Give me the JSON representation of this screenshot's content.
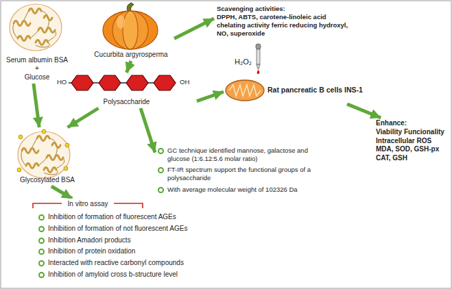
{
  "diagram": {
    "nodes": [
      {
        "text": [
          "Serum albumin BSA",
          "+",
          "Glucose"
        ]
      },
      {
        "text": [
          "Cucurbita argyrosperma"
        ]
      },
      {
        "text": [
          "Scavenging activities:",
          "DPPH, ABTS, carotene-linoleic acid chelating activity ferric reducing hydroxyl, NO, superoxide"
        ]
      },
      {
        "text": [
          "Polysaccharide"
        ]
      },
      {
        "text": [
          "Rat pancreatic B cells INS-1"
        ]
      },
      {
        "text": [
          "Glycosylated BSA"
        ]
      },
      {
        "text": [
          "Enhance:",
          "Viability Funcionality Intracellular ROS MDA, SOD, GSH-px CAT, GSH"
        ]
      },
      {
        "text": [
          "GC technique identified mannose, galactose and glucose (1:6.12:5.6 molar ratio)",
          "FT-IR spectrum support the functional groups of a polysaccharide",
          "With average molecular weight of 102326 Da"
        ]
      },
      {
        "text": [
          "In vitro assay"
        ]
      },
      {
        "text": [
          "Inhibition of formation of fluorescent AGEs",
          "Inhibition of formation of not fluorescent AGEs",
          "Inhibition Amadori products",
          "Inhibition of protein oxidation",
          "Interacted with reactive carbonyl compounds",
          "Inhibition of amyloid cross b-structure level"
        ]
      }
    ],
    "edges": [
      {
        "from": 0,
        "to": 5,
        "arrow": "to"
      },
      {
        "from": 1,
        "to": 3,
        "arrow": "to"
      },
      {
        "from": 1,
        "to": 2,
        "arrow": "to"
      },
      {
        "from": 3,
        "to": 5,
        "arrow": "to"
      },
      {
        "from": 3,
        "to": 7,
        "arrow": "to"
      },
      {
        "from": 3,
        "to": 4,
        "arrow": "to"
      },
      {
        "from": 4,
        "to": 6,
        "arrow": "to"
      },
      {
        "from": 5,
        "to": 8,
        "arrow": "to"
      }
    ],
    "labels": [
      "HO",
      "OH",
      "H₂O₂"
    ]
  }
}
